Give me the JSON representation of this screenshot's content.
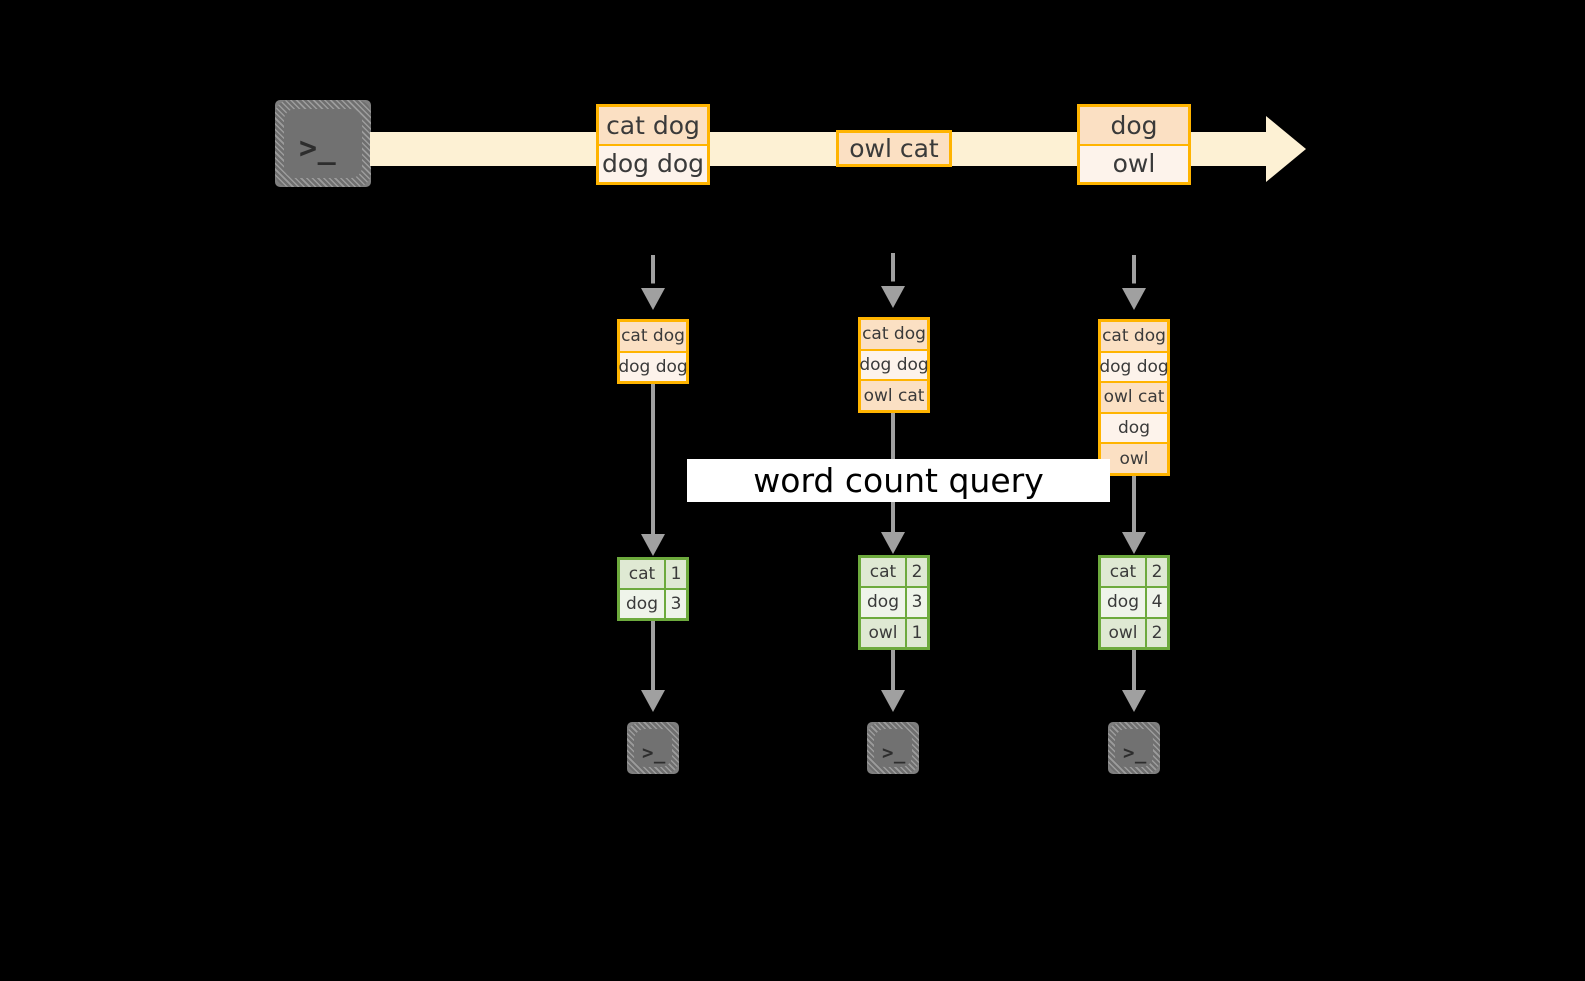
{
  "diagram": {
    "background_color": "#000000",
    "accent_orange": "#ffb400",
    "accent_green": "#6daa3d",
    "stream_color": "#fdf1d4",
    "arrow_color": "#a0a0a0",
    "terminal_color": "#7f7f7f"
  },
  "producer": {
    "icon": "terminal-icon",
    "glyph": ">_"
  },
  "stream": {
    "icon": "stream-arrow-icon",
    "events": [
      {
        "name": "event-1",
        "lines": [
          {
            "text": "cat dog",
            "shade": "dark"
          },
          {
            "text": "dog dog",
            "shade": "light"
          }
        ]
      },
      {
        "name": "event-2",
        "lines": [
          {
            "text": "owl cat",
            "shade": "dark"
          }
        ]
      },
      {
        "name": "event-3",
        "lines": [
          {
            "text": "dog",
            "shade": "dark"
          },
          {
            "text": "owl",
            "shade": "light"
          }
        ]
      }
    ]
  },
  "query_label": "word count query",
  "snapshots": [
    {
      "name": "snapshot-1",
      "input_lines": [
        {
          "text": "cat dog",
          "shade": "dark"
        },
        {
          "text": "dog dog",
          "shade": "light"
        }
      ],
      "result_rows": [
        {
          "word": "cat",
          "count": "1",
          "shade": "dark"
        },
        {
          "word": "dog",
          "count": "3",
          "shade": "light"
        }
      ],
      "consumer_glyph": ">_"
    },
    {
      "name": "snapshot-2",
      "input_lines": [
        {
          "text": "cat dog",
          "shade": "dark"
        },
        {
          "text": "dog dog",
          "shade": "light"
        },
        {
          "text": "owl cat",
          "shade": "dark"
        }
      ],
      "result_rows": [
        {
          "word": "cat",
          "count": "2",
          "shade": "dark"
        },
        {
          "word": "dog",
          "count": "3",
          "shade": "light"
        },
        {
          "word": "owl",
          "count": "1",
          "shade": "dark"
        }
      ],
      "consumer_glyph": ">_"
    },
    {
      "name": "snapshot-3",
      "input_lines": [
        {
          "text": "cat dog",
          "shade": "dark"
        },
        {
          "text": "dog dog",
          "shade": "light"
        },
        {
          "text": "owl cat",
          "shade": "dark"
        },
        {
          "text": "dog",
          "shade": "light"
        },
        {
          "text": "owl",
          "shade": "dark"
        }
      ],
      "result_rows": [
        {
          "word": "cat",
          "count": "2",
          "shade": "dark"
        },
        {
          "word": "dog",
          "count": "4",
          "shade": "light"
        },
        {
          "word": "owl",
          "count": "2",
          "shade": "dark"
        }
      ],
      "consumer_glyph": ">_"
    }
  ]
}
